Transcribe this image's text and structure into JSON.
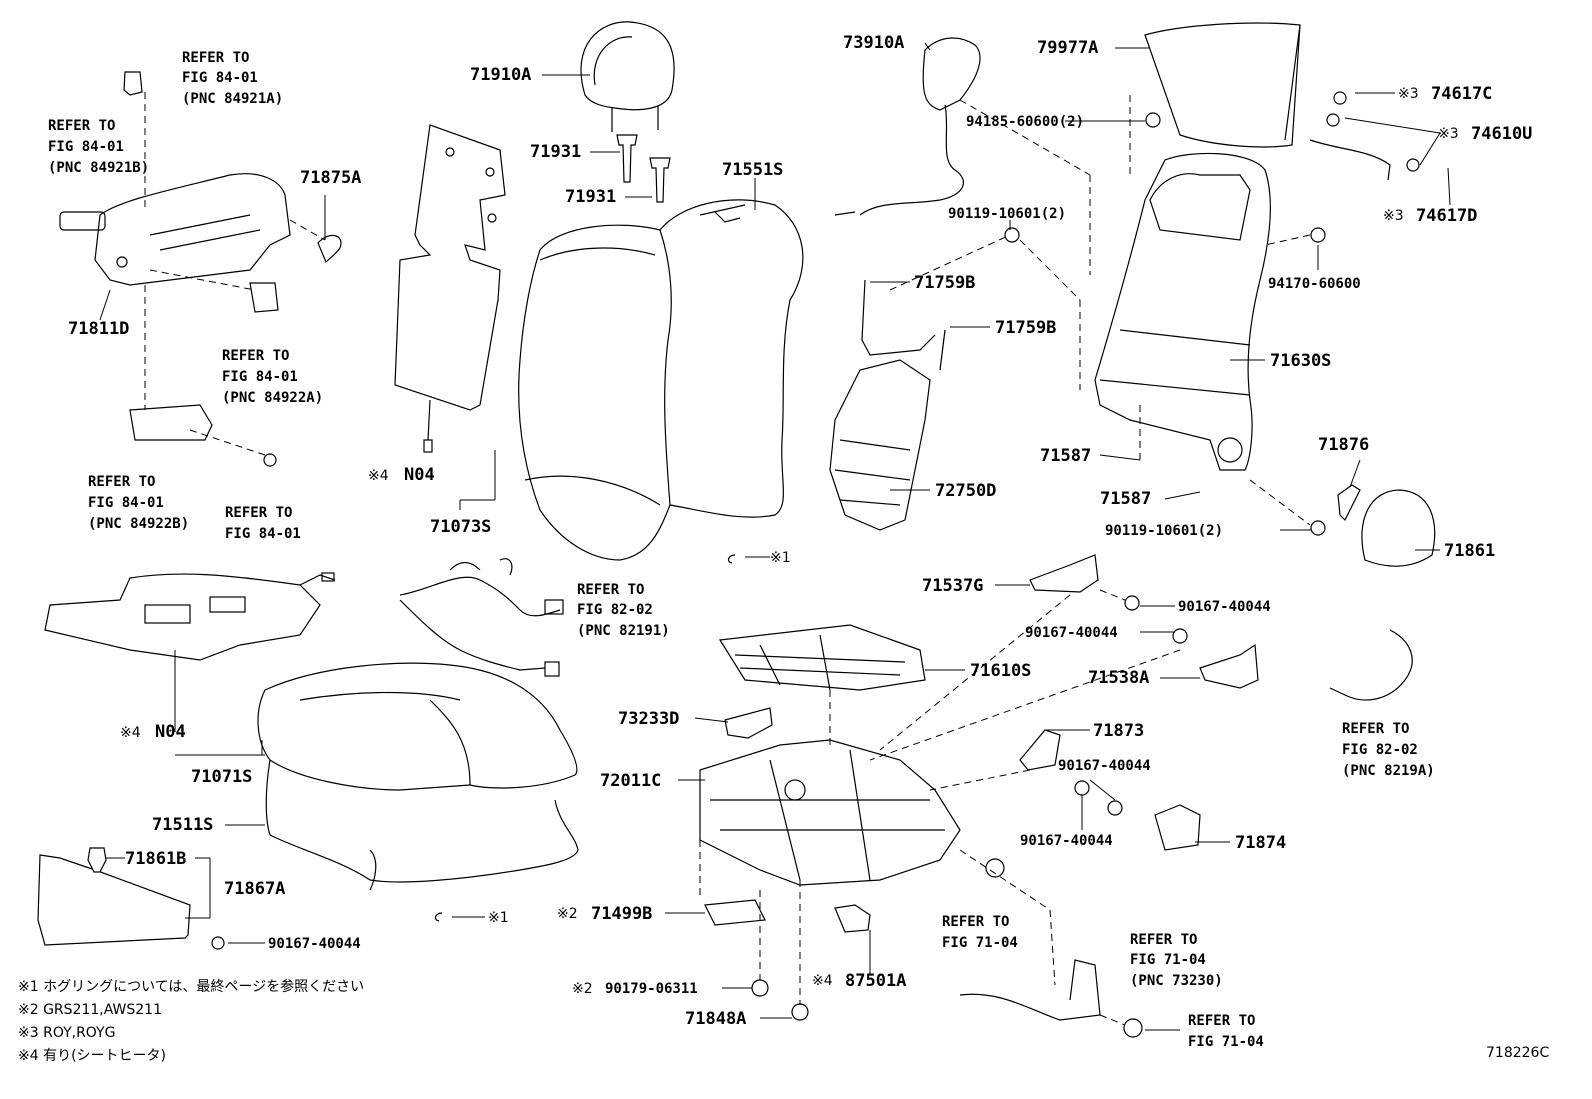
{
  "diagram": {
    "id": "718226C",
    "callouts": {
      "c71910A": "71910A",
      "c71931a": "71931",
      "c71931b": "71931",
      "c71551S": "71551S",
      "c73910A": "73910A",
      "c79977A": "79977A",
      "c74617C": "74617C",
      "c74610U": "74610U",
      "c74617D": "74617D",
      "c94185": "94185-60600(2)",
      "c90119a": "90119-10601(2)",
      "c94170": "94170-60600",
      "c71759Ba": "71759B",
      "c71759Bb": "71759B",
      "c71630S": "71630S",
      "c71587a": "71587",
      "c71587b": "71587",
      "c90119b": "90119-10601(2)",
      "c71876": "71876",
      "c71861": "71861",
      "c72750D": "72750D",
      "c71875A": "71875A",
      "c71811D": "71811D",
      "c71073S": "71073S",
      "cN04a": "N04",
      "cN04b": "N04",
      "c71071S": "71071S",
      "c71511S": "71511S",
      "c71861B": "71861B",
      "c71867A": "71867A",
      "c90167a": "90167-40044",
      "c71537G": "71537G",
      "c90167b": "90167-40044",
      "c90167c": "90167-40044",
      "c71538A": "71538A",
      "c71610S": "71610S",
      "c73233D": "73233D",
      "c71873": "71873",
      "c90167d": "90167-40044",
      "c90167e": "90167-40044",
      "c71874": "71874",
      "c72011C": "72011C",
      "c71499B": "71499B",
      "c87501A": "87501A",
      "c90179": "90179-06311",
      "c71848A": "71848A"
    },
    "marks": {
      "m1a": "※1",
      "m1b": "※1",
      "m2a": "※2",
      "m2b": "※2",
      "m3a": "※3",
      "m3b": "※3",
      "m3c": "※3",
      "m4a": "※4",
      "m4b": "※4",
      "m4c": "※4"
    },
    "refs": {
      "r1": [
        "REFER TO",
        "FIG 84-01",
        "(PNC 84921A)"
      ],
      "r2": [
        "REFER TO",
        "FIG 84-01",
        "(PNC 84921B)"
      ],
      "r3": [
        "REFER TO",
        "FIG 84-01",
        "(PNC 84922A)"
      ],
      "r4": [
        "REFER TO",
        "FIG 84-01",
        "(PNC 84922B)"
      ],
      "r5": [
        "REFER TO",
        "FIG 84-01"
      ],
      "r6": [
        "REFER TO",
        "FIG 82-02",
        "(PNC 82191)"
      ],
      "r7": [
        "REFER TO",
        "FIG 82-02",
        "(PNC 8219A)"
      ],
      "r8": [
        "REFER TO",
        "FIG 71-04"
      ],
      "r9": [
        "REFER TO",
        "FIG 71-04",
        "(PNC 73230)"
      ],
      "r10": [
        "REFER TO",
        "FIG 71-04"
      ]
    },
    "notes": [
      "※1 ホグリングについては、最終ページを参照ください",
      "※2 GRS211,AWS211",
      "※3 ROY,ROYG",
      "※4 有り(シートヒータ)"
    ]
  }
}
